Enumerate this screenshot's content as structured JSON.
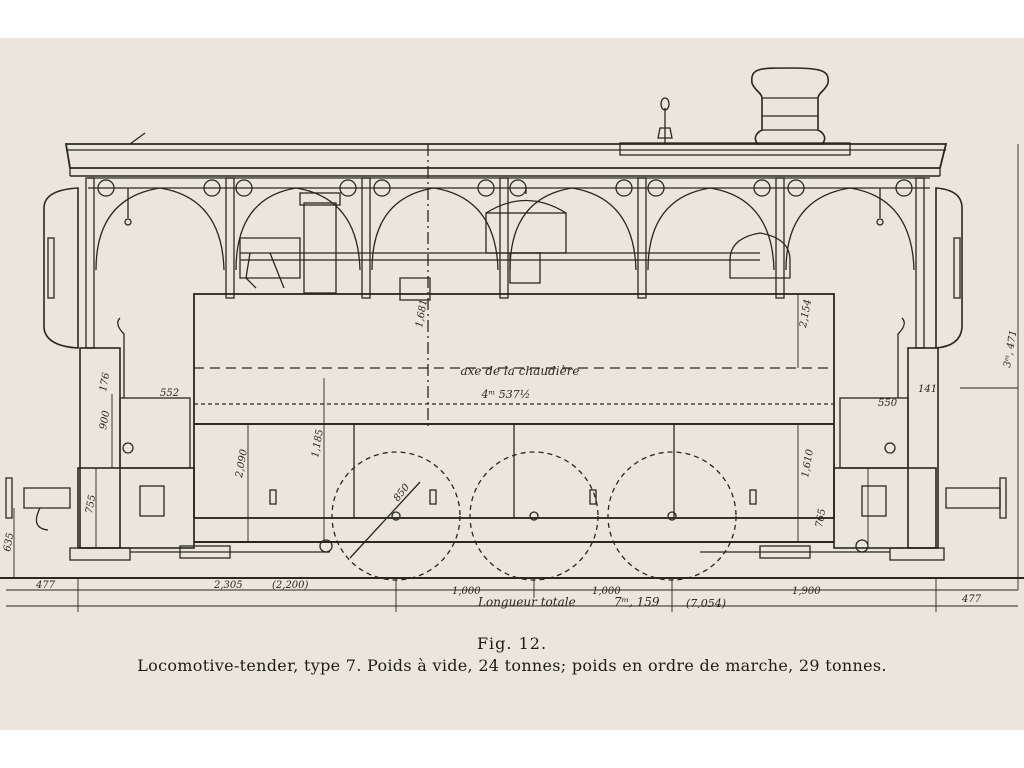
{
  "caption": {
    "figure": "Fig. 12.",
    "description": "Locomotive-tender, type 7. Poids à vide, 24 tonnes; poids en ordre de marche, 29 tonnes."
  },
  "annotations": {
    "boiler_axis": "axe de la chaudière",
    "boiler_length": "4ᵐ 537½",
    "total_length_label": "Longueur totale",
    "total_length": "7ᵐ, 159",
    "total_length_alt": "(7,054)",
    "wheel_diameter": "850"
  },
  "dimensions": {
    "overall_height": "3ᵐ, 471",
    "upper_height_center": "1,681",
    "upper_height_right": "2,154",
    "body_height": "2,090",
    "tank_height": "1,185",
    "right_lower": "1,610",
    "left_step": "900",
    "left_low": "755",
    "right_low": "765",
    "buffer_height": "635",
    "left_small_1": "176",
    "right_small_1": "141",
    "left_mid": "552",
    "right_mid": "550",
    "left_overhang": "477",
    "right_overhang": "477",
    "wheelbase_1": "1,000",
    "wheelbase_2": "1,000",
    "front_section": "2,305",
    "front_section_alt": "(2,200)",
    "rear_section": "1,900"
  }
}
